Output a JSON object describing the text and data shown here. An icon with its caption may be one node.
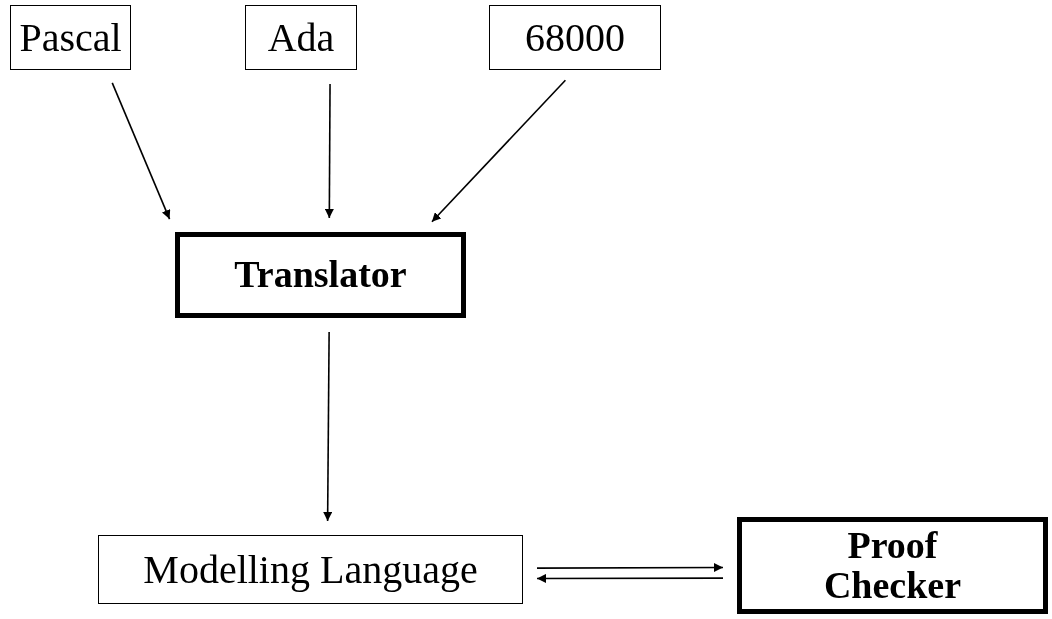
{
  "diagram": {
    "nodes": [
      {
        "text": [
          "Pascal"
        ]
      },
      {
        "text": [
          "Ada"
        ]
      },
      {
        "text": [
          "68000"
        ]
      },
      {
        "text": [
          "Translator"
        ]
      },
      {
        "text": [
          "Modelling Language"
        ]
      },
      {
        "text": [
          "Proof Checker"
        ]
      }
    ],
    "edges": [
      {
        "from": 0,
        "to": 3,
        "arrow": "to"
      },
      {
        "from": 1,
        "to": 3,
        "arrow": "to"
      },
      {
        "from": 2,
        "to": 3,
        "arrow": "to"
      },
      {
        "from": 3,
        "to": 4,
        "arrow": "to"
      },
      {
        "from": 4,
        "to": 5,
        "arrow": "to"
      },
      {
        "from": 5,
        "to": 4,
        "arrow": "to"
      }
    ]
  }
}
